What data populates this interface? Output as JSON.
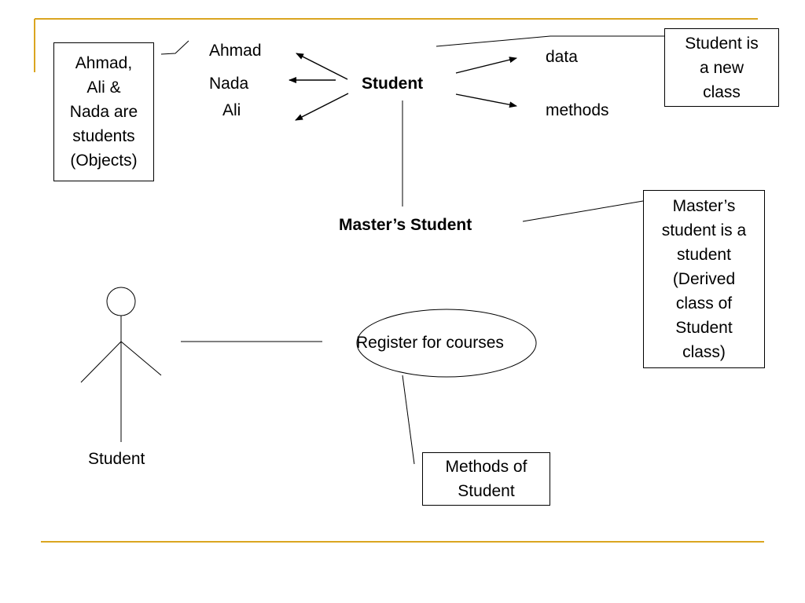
{
  "colors": {
    "accent": "#DAA520",
    "line": "#000000"
  },
  "objects": {
    "ahmad": "Ahmad",
    "nada": "Nada",
    "ali": "Ali"
  },
  "center": {
    "student": "Student",
    "data": "data",
    "methods": "methods",
    "masters_student": "Master’s Student"
  },
  "notes": {
    "objects_note": "Ahmad,\nAli &\nNada are\nstudents\n(Objects)",
    "new_class_note": "Student is\na new\nclass",
    "derived_note": "Master’s\nstudent is a\nstudent\n(Derived\nclass of\nStudent\nclass)",
    "methods_note": "Methods of\nStudent"
  },
  "use_case": {
    "actor_label": "Student",
    "use_case_label": "Register for courses"
  }
}
